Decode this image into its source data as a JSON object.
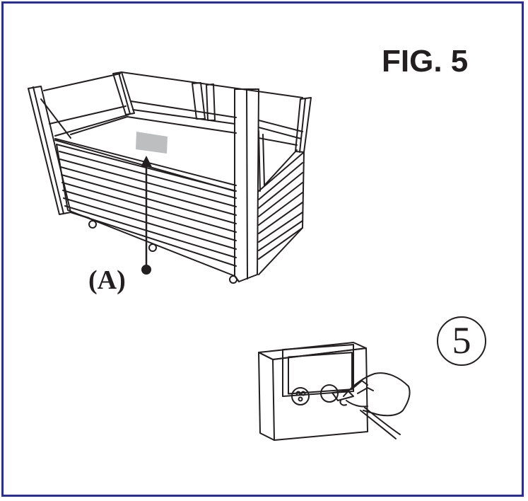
{
  "figure": {
    "title": "FIG. 5",
    "callout_label": "(A)",
    "step_number": "5"
  },
  "colors": {
    "border": "#2b2f8a",
    "ink": "#231f20",
    "label_plate": "#bcbec0"
  },
  "icons": [
    "display-cabinet-illustration",
    "wall-outlet-illustration",
    "hand-plug-icon"
  ]
}
